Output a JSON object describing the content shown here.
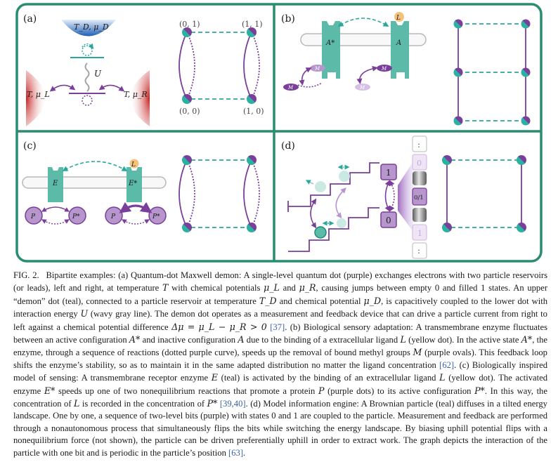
{
  "figure": {
    "panels": {
      "a": {
        "label": "(a)",
        "demon_reservoir": "T_D, μ_D",
        "left_reservoir": "T, μ_L",
        "right_reservoir": "T, μ_R",
        "interaction": "U",
        "grid_labels": {
          "tl": "(0, 1)",
          "tr": "(1, 1)",
          "bl": "(0, 0)",
          "br": "(1, 0)"
        }
      },
      "b": {
        "label": "(b)",
        "active": "A*",
        "inactive": "A",
        "ligand": "L",
        "methyl": "M"
      },
      "c": {
        "label": "(c)",
        "enzyme": "E",
        "enzyme_active": "E*",
        "ligand": "L",
        "protein": "P",
        "protein_active": "P*"
      },
      "d": {
        "label": "(d)",
        "bit_one": "1",
        "bit_zero": "0",
        "tape": [
          ":",
          "0",
          "0/1",
          "1",
          ":"
        ]
      }
    },
    "colors": {
      "frame": "#2a8c71",
      "teal": "#5cbaa8",
      "purple": "#7a3f9a",
      "lilac": "#b696cc",
      "red": "#c62c2c",
      "blue": "#2f6fbf",
      "ligand": "#f3c37e"
    }
  },
  "caption": {
    "label": "FIG. 2.",
    "title": "Bipartite examples:",
    "p_a1": "(a) Quantum-dot Maxwell demon: A single-level quantum dot (purple) exchanges electrons with two particle reservoirs (or leads), left and right, at temperature",
    "T": "T",
    "p_a2": "with chemical potentials",
    "muL": "μ_L",
    "and": "and",
    "muR": "μ_R",
    "p_a3": ", causing jumps between empty 0 and filled 1 states. An upper “demon” dot (teal), connected to a particle reservoir at temperature",
    "TD": "T_D",
    "p_a4": "and chemical potential",
    "muD": "μ_D",
    "p_a5": ", is capacitively coupled to the lower dot with interaction energy",
    "U": "U",
    "p_a6": "(wavy gray line). The demon dot operates as a measurement and feedback device that can drive a particle current from right to left against a chemical potential difference",
    "dmu": "Δμ = μ_L − μ_R > 0",
    "ref37": "[37]",
    "p_b1": ". (b) Biological sensory adaptation: A transmembrane enzyme fluctuates between an active configuration",
    "Astar": "A*",
    "p_b2": "and inactive configuration",
    "A": "A",
    "p_b3": "due to the binding of a extracellular ligand",
    "L": "L",
    "p_b4": "(yellow dot). In the active state",
    "p_b5": ", the enzyme, through a sequence of reactions (dotted purple curve), speeds up the removal of bound methyl groups",
    "M": "M",
    "p_b6": "(purple ovals). This feedback loop shifts the enzyme’s stability, so as to maintain it in the same adapted distribution no matter the ligand concentration",
    "ref62": "[62]",
    "p_c1": ". (c) Biologically inspired model of sensing: A transmembrane receptor enzyme",
    "E": "E",
    "p_c2": "(teal) is activated by the binding of an extracellular ligand",
    "p_c3": "(yellow dot). The activated enzyme",
    "Estar": "E*",
    "p_c4": "speeds up one of two nonequilibrium reactions that promote a protein",
    "P": "P",
    "p_c5": "(purple dots) to its active configuration",
    "Pstar": "P*",
    "p_c6": ". In this way, the concentration of",
    "p_c7": "is recorded in the concentration of",
    "ref3940": "[39,40]",
    "p_d1": ". (d) Model information engine: A Brownian particle (teal) diffuses in a tilted energy landscape. One by one, a sequence of two-level bits (purple) with states 0 and 1 are coupled to the particle. Measurement and feedback are performed through a nonautonomous process that simultaneously flips the bits while switching the energy landscape. By biasing uphill potential flips with a nonequilibrium force (not shown), the particle can be driven preferentially uphill in order to extract work. The graph depicts the interaction of the particle with one bit and is periodic in the particle’s position",
    "ref63": "[63]",
    "end": "."
  }
}
